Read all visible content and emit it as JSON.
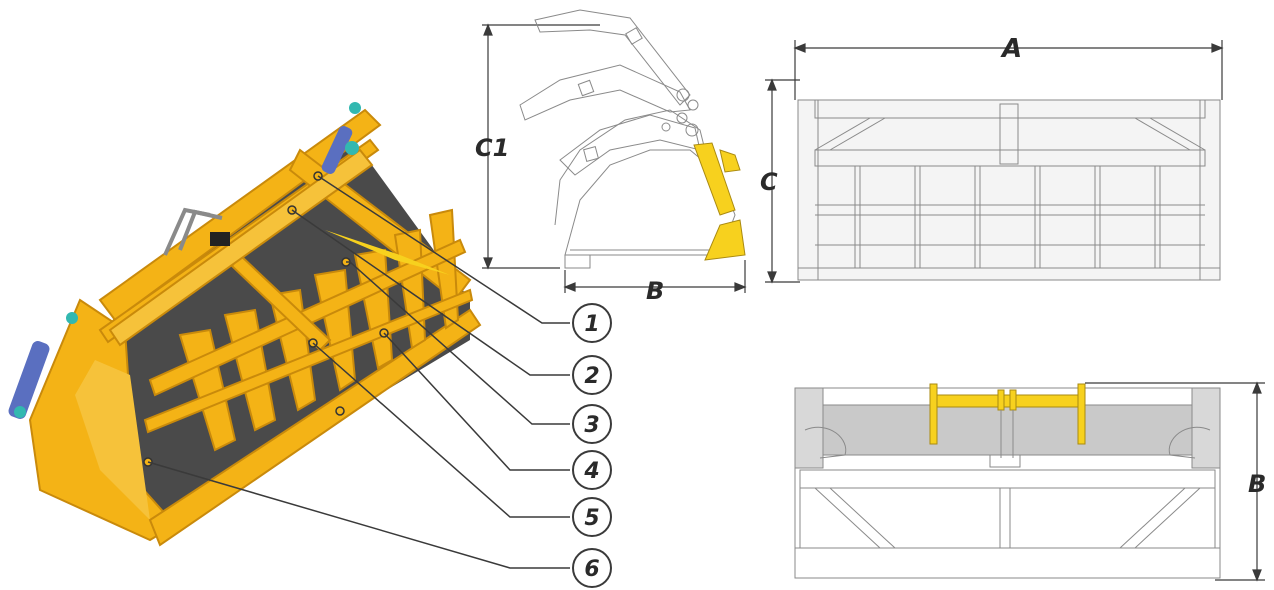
{
  "colors": {
    "frame_yellow": "#f4b316",
    "frame_yellow_dark": "#c98a0b",
    "dark_panel": "#4a4a4a",
    "cylinder_blue": "#5a6fc0",
    "hose_teal": "#32b8b0",
    "drawing_gray": "#bdbdbd",
    "accent_yellow": "#f7d11e"
  },
  "callouts": [
    "1",
    "2",
    "3",
    "4",
    "5",
    "6"
  ],
  "dimensions": {
    "side_height": "C1",
    "side_depth": "B",
    "front_width": "A",
    "front_height": "C",
    "top_height": "B"
  },
  "icons": [
    "grab-bucket-illustration",
    "side-profile-drawing",
    "front-view-drawing",
    "top-view-drawing"
  ]
}
